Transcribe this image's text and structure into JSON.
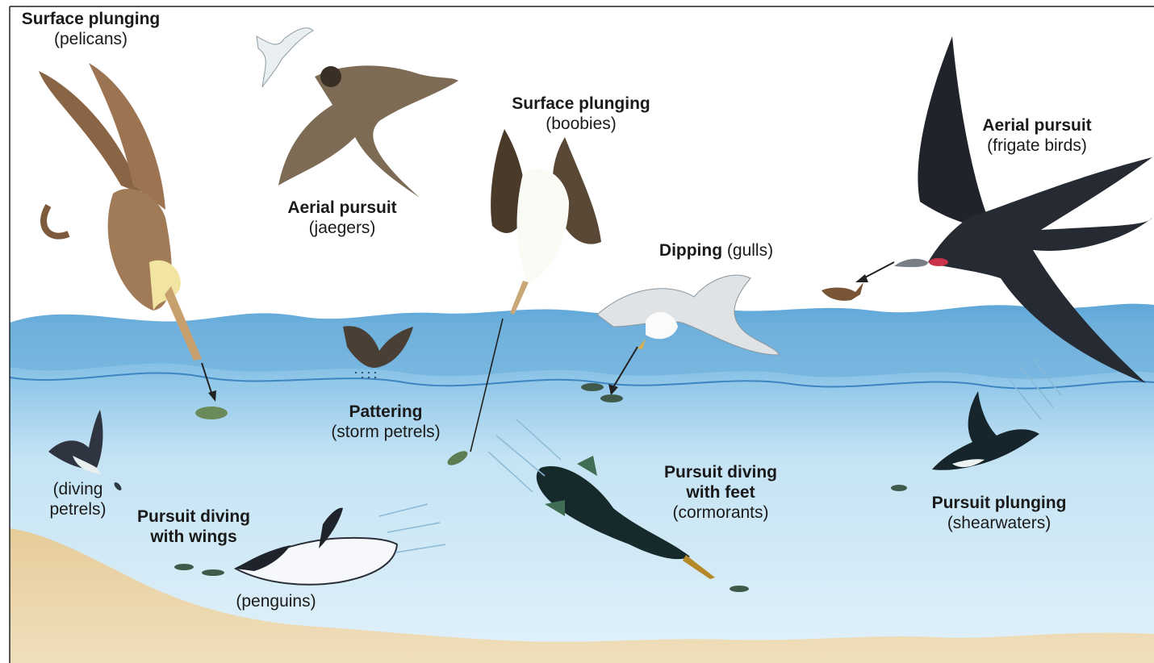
{
  "colors": {
    "sky": "#ffffff",
    "water_surface": "#6fb1dc",
    "water_deep": "#b9def2",
    "sand": "#e9d3a6",
    "text": "#1a1a1a"
  },
  "labels": {
    "pelicans": {
      "method": "Surface plunging",
      "bird": "(pelicans)"
    },
    "jaegers": {
      "method": "Aerial pursuit",
      "bird": "(jaegers)"
    },
    "boobies": {
      "method": "Surface plunging",
      "bird": "(boobies)"
    },
    "frigate": {
      "method": "Aerial pursuit",
      "bird": "(frigate birds)"
    },
    "gulls": {
      "method": "Dipping",
      "bird": "(gulls)"
    },
    "storm_petrels": {
      "method": "Pattering",
      "bird": "(storm petrels)"
    },
    "diving_petrels": {
      "bird_line1": "(diving",
      "bird_line2": "petrels)"
    },
    "penguins": {
      "method_line1": "Pursuit diving",
      "method_line2": "with wings",
      "bird": "(penguins)"
    },
    "cormorants": {
      "method_line1": "Pursuit diving",
      "method_line2": "with feet",
      "bird": "(cormorants)"
    },
    "shearwaters": {
      "method": "Pursuit plunging",
      "bird": "(shearwaters)"
    }
  },
  "icons": [
    "pelican-icon",
    "tern-icon",
    "jaeger-icon",
    "booby-icon",
    "gull-icon",
    "frigate-bird-icon",
    "flying-fish-icon",
    "storm-petrel-icon",
    "diving-petrel-icon",
    "penguin-icon",
    "cormorant-icon",
    "shearwater-icon",
    "fish-icon",
    "arrow-icon"
  ]
}
